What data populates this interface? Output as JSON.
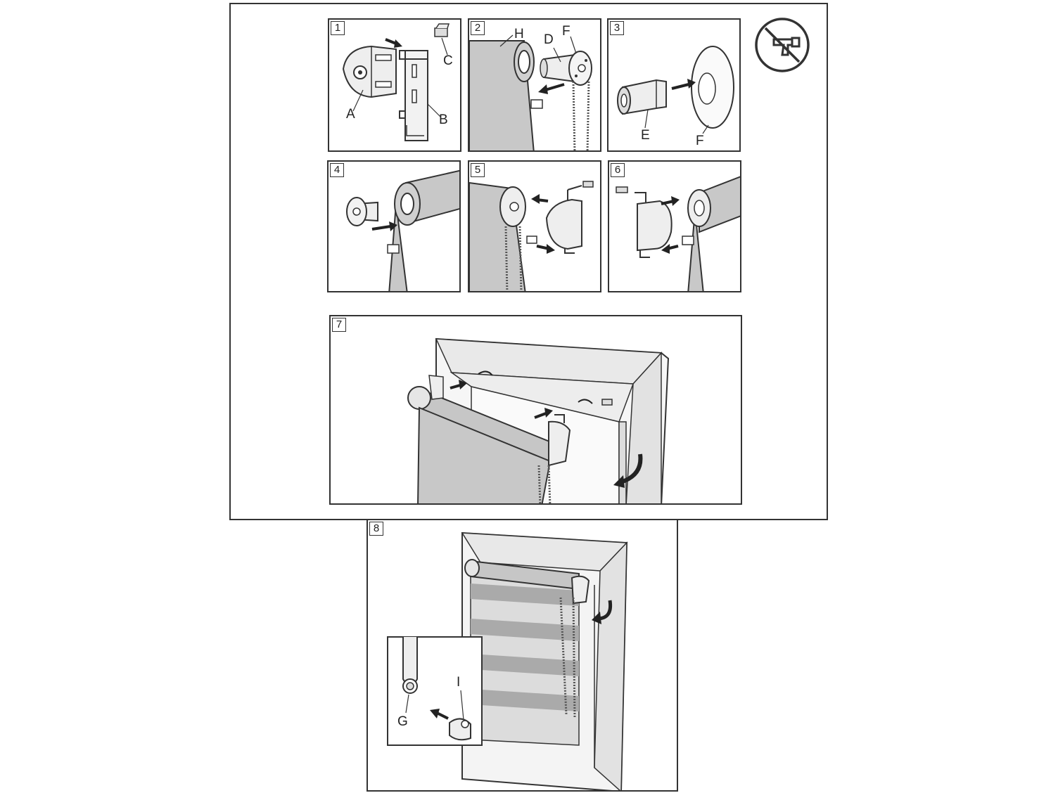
{
  "steps": [
    {
      "number": "1",
      "labels": [
        "A",
        "B",
        "C"
      ]
    },
    {
      "number": "2",
      "labels": [
        "H",
        "D",
        "F"
      ]
    },
    {
      "number": "3",
      "labels": [
        "E",
        "F"
      ]
    },
    {
      "number": "4",
      "labels": []
    },
    {
      "number": "5",
      "labels": []
    },
    {
      "number": "6",
      "labels": []
    },
    {
      "number": "7",
      "labels": []
    },
    {
      "number": "8",
      "labels": [
        "G",
        "I"
      ]
    }
  ],
  "icons": {
    "no_glue": "no-glue-gun-icon"
  },
  "colors": {
    "line": "#333333",
    "fabric": "#c8c8c8",
    "fabric_light": "#dcdcdc",
    "stripe_dark": "#aaaaaa",
    "metal": "#e6e6e6"
  }
}
